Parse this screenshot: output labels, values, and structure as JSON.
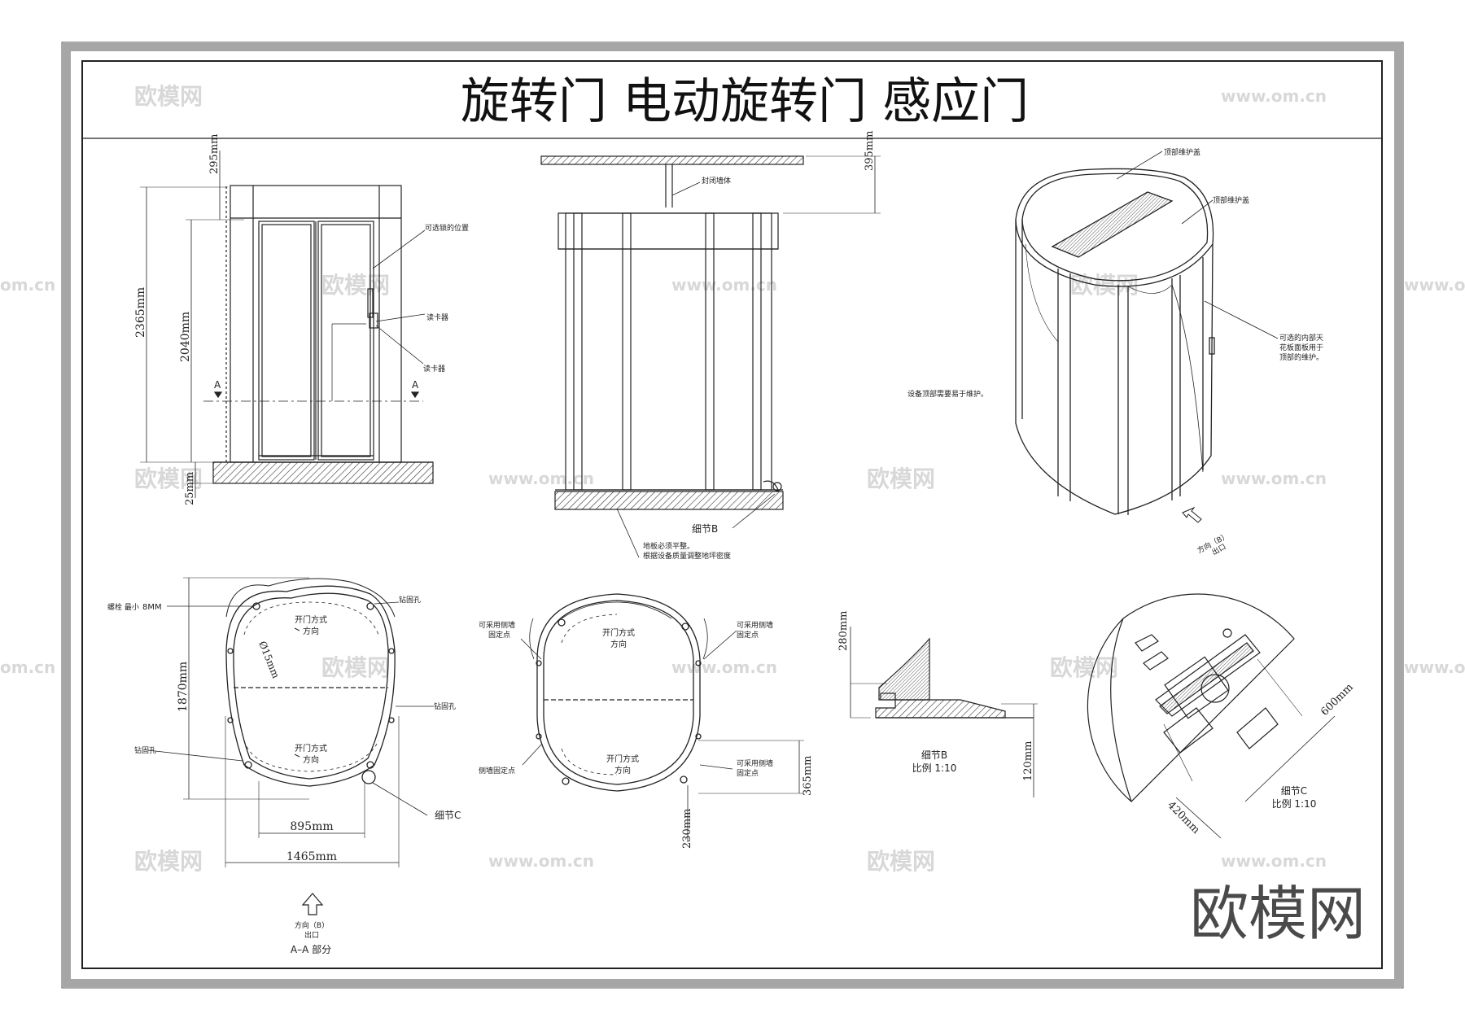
{
  "title": "旋转门 电动旋转门 感应门",
  "watermark": {
    "brand": "欧模网",
    "site": "www.om.cn",
    "site_short": "om.cn"
  },
  "logo": "欧模网",
  "colors": {
    "frame_outer": "#a6a6a6",
    "frame_inner": "#222222",
    "line": "#222222",
    "watermark": "#d8d8d8"
  },
  "front_elevation": {
    "dim_top": "295mm",
    "dim_total": "2365mm",
    "dim_door": "2040mm",
    "dim_bottom": "25mm",
    "section_a": "A",
    "label_lock": "可选锁的位置",
    "label_reader_1": "读卡器",
    "label_reader_2": "读卡器"
  },
  "side_elevation": {
    "dim_top": "395mm",
    "label_ceiling": "封闭墙体",
    "detail_b": "细节B",
    "note_1": "地板必须平整。",
    "note_2": "根据设备质量调整地坪密度"
  },
  "perspective": {
    "label_top_1": "顶部维护盖",
    "label_top_2": "顶部维护盖",
    "note_side_1": "可选的内部天",
    "note_side_2": "花板面板用于",
    "note_side_3": "顶部的维护。",
    "note_maint": "设备顶部需要易于维护。",
    "direction_1": "方向（B）",
    "direction_2": "出口"
  },
  "plan_left": {
    "label_bolt": "螺栓 最小",
    "label_bolt_size": "8MM",
    "label_hole_1": "钻固孔",
    "label_hole_2": "钻固孔",
    "label_hole_3": "钻固孔",
    "diam": "Ø15mm",
    "open_dir_1a": "开门方式",
    "open_dir_1b": "方向",
    "open_dir_2a": "开门方式",
    "open_dir_2b": "方向",
    "dim_height": "1870mm",
    "dim_inner": "895mm",
    "dim_outer": "1465mm",
    "detail_c": "细节C",
    "direction_1": "方向（B）",
    "direction_2": "出口",
    "section": "A–A 部分"
  },
  "plan_mid": {
    "label_tl_1": "可采用侧墙",
    "label_tl_2": "固定点",
    "label_tr_1": "可采用侧墙",
    "label_tr_2": "固定点",
    "label_bl": "侧墙固定点",
    "label_br_1": "可采用侧墙",
    "label_br_2": "固定点",
    "open_dir_1a": "开门方式",
    "open_dir_1b": "方向",
    "open_dir_2a": "开门方式",
    "open_dir_2b": "方向",
    "dim_side": "365mm",
    "dim_bottom": "230mm"
  },
  "detail_b": {
    "dim_top": "280mm",
    "dim_bottom": "120mm",
    "label": "细节B",
    "scale": "比例 1:10"
  },
  "detail_c": {
    "dim_a": "600mm",
    "dim_b": "420mm",
    "label": "细节C",
    "scale": "比例 1:10"
  }
}
